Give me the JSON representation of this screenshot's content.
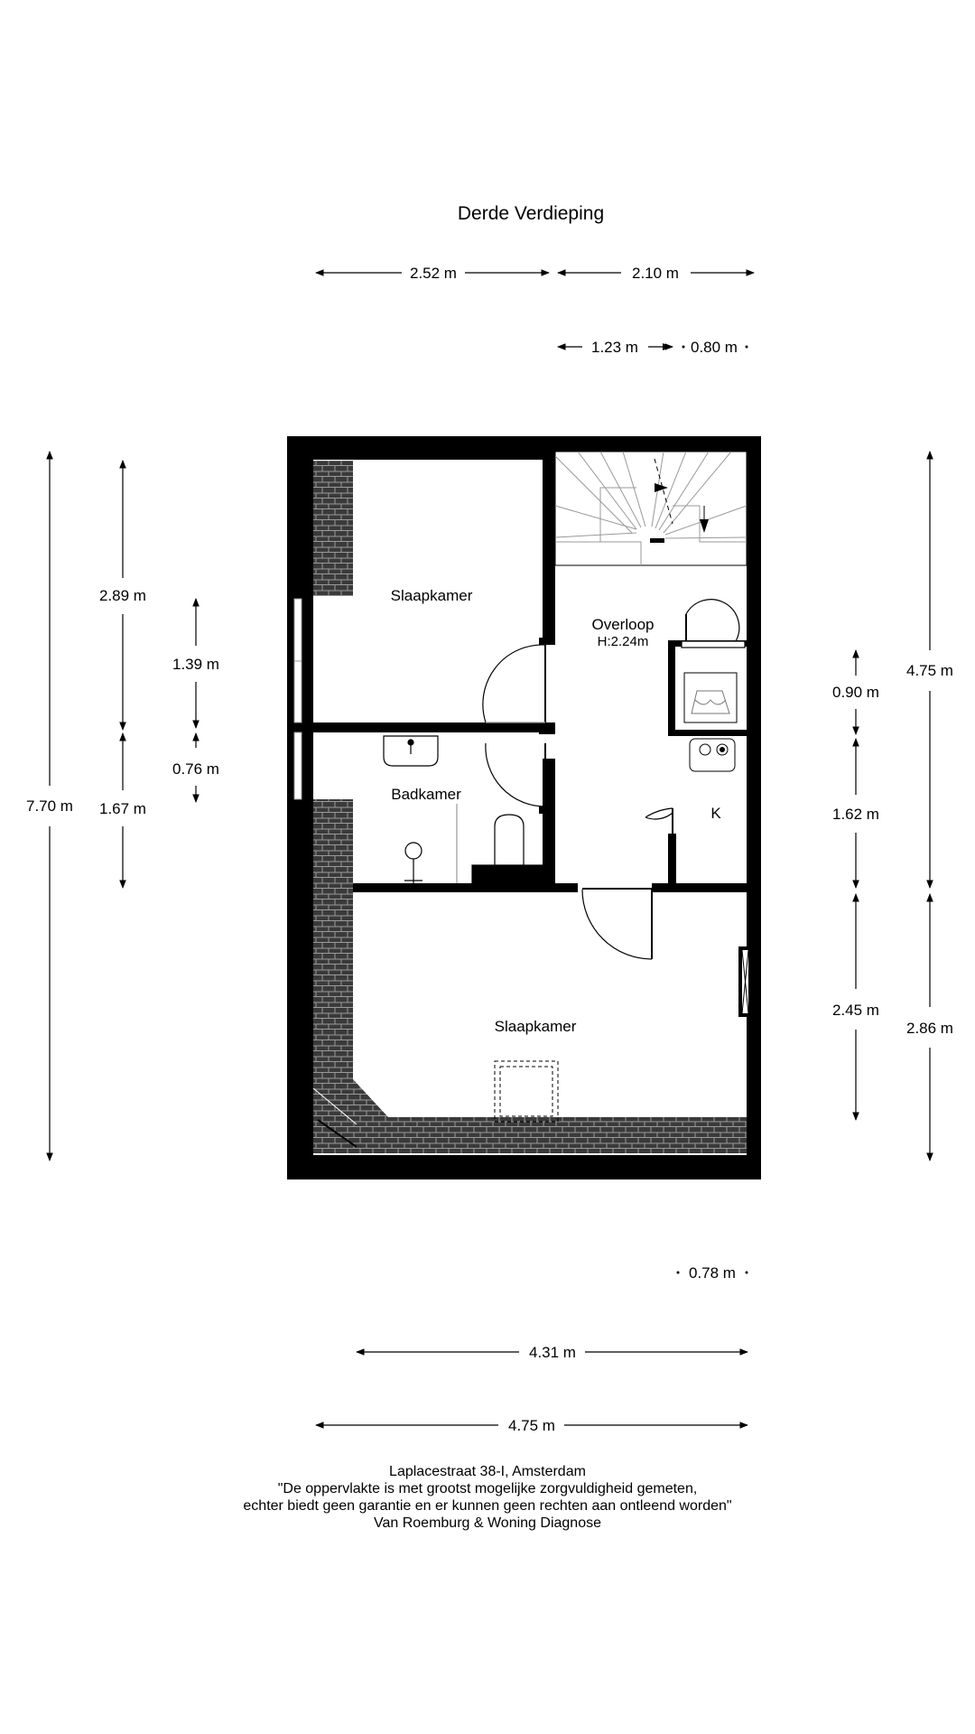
{
  "title": "Derde Verdieping",
  "rooms": {
    "bedroom_top": "Slaapkamer",
    "landing": "Overloop",
    "landing_height": "H:2.24m",
    "bathroom": "Badkamer",
    "closet": "K",
    "bedroom_bottom": "Slaapkamer"
  },
  "dimensions": {
    "top_left_width": "2.52 m",
    "top_right_width": "2.10 m",
    "top_sub_left": "1.23 m",
    "top_sub_right": "0.80 m",
    "left_total": "7.70 m",
    "left_upper": "2.89 m",
    "left_lower": "1.67 m",
    "window_upper": "1.39 m",
    "window_lower": "0.76 m",
    "right_total_upper": "4.75 m",
    "right_total_lower": "2.86 m",
    "right_closet_upper": "0.90 m",
    "right_closet_lower": "1.62 m",
    "right_bedroom": "2.45 m",
    "bottom_small": "0.78 m",
    "bottom_inner": "4.31 m",
    "bottom_total": "4.75 m"
  },
  "footer": {
    "address": "Laplacestraat 38-I, Amsterdam",
    "disclaimer_1": "\"De oppervlakte is met grootst mogelijke zorgvuldigheid gemeten,",
    "disclaimer_2": "echter biedt geen garantie en er kunnen geen rechten aan ontleend worden\"",
    "company": "Van Roemburg & Woning Diagnose"
  }
}
